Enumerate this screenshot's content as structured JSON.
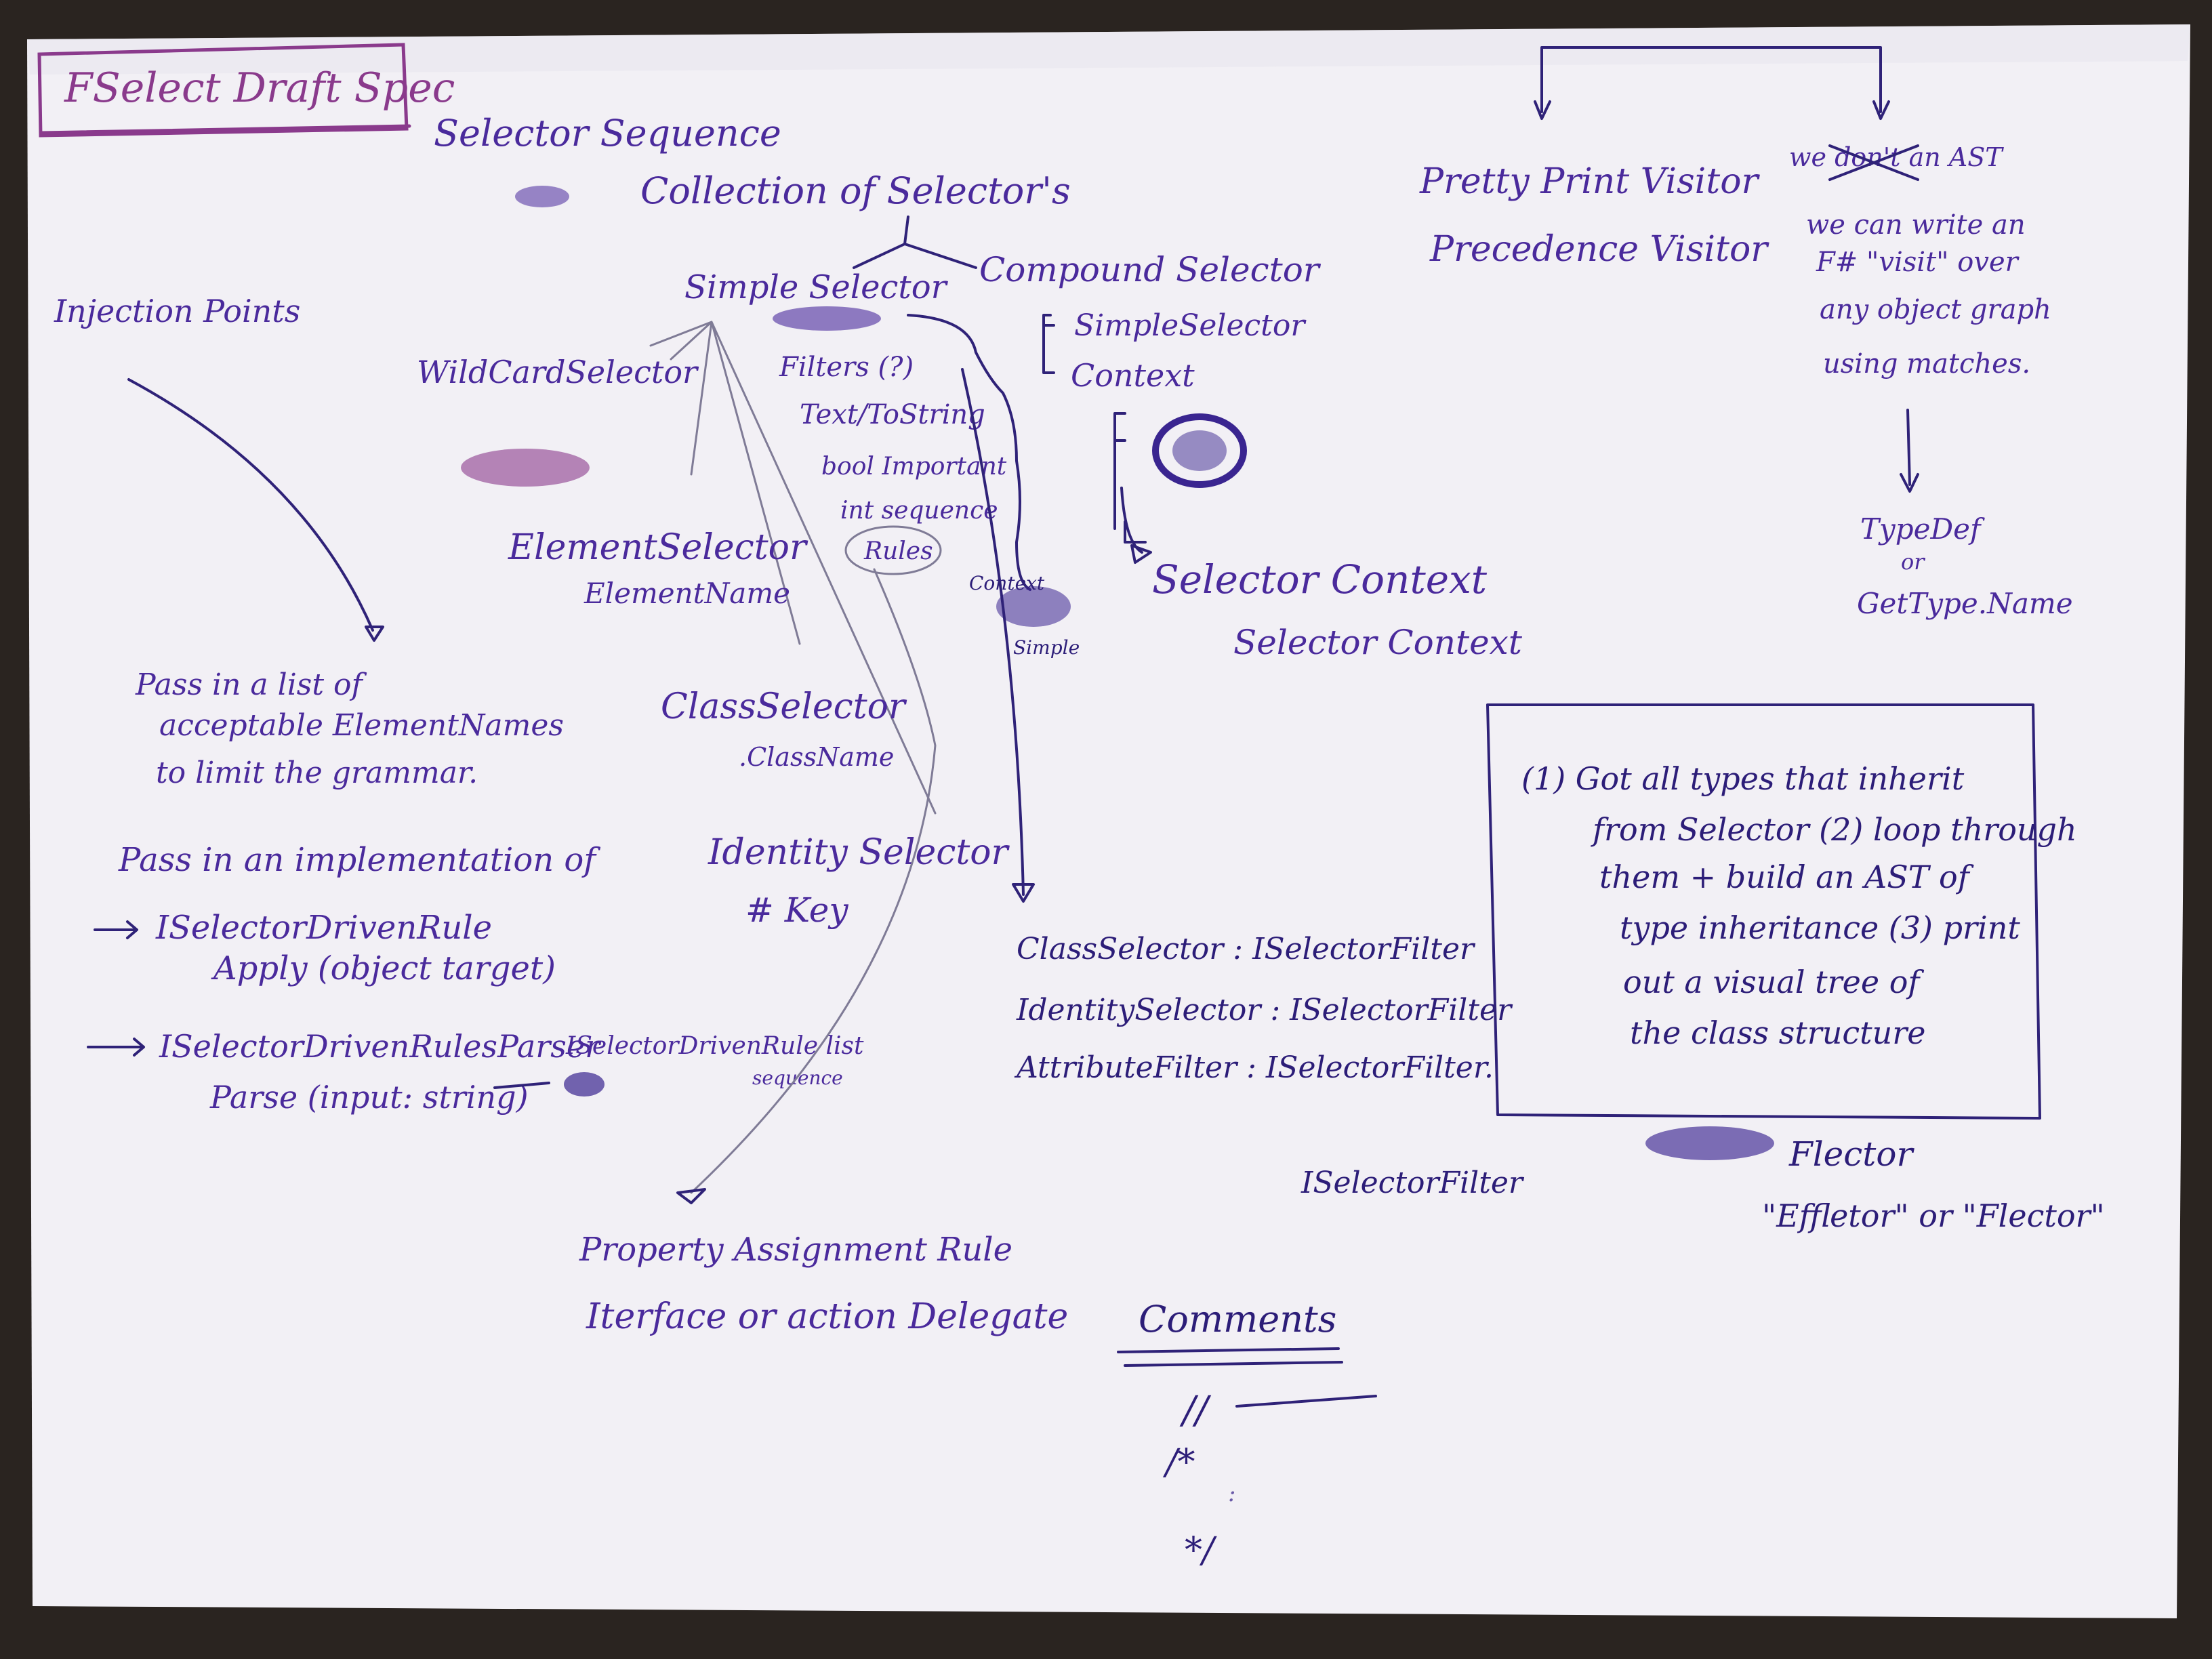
{
  "title": "FSelect Draft Spec",
  "selector_sequence": "Selector Sequence",
  "collection": "Collection of Selector's",
  "simple_selector": "Simple Selector",
  "compound_selector": "Compound Selector",
  "compound_children": [
    "SimpleSelector",
    "Context"
  ],
  "wildcard_selector": "WildCardSelector",
  "simple_props": [
    "Filters (?)",
    "Text/ToString",
    "bool Important",
    "int sequence",
    "Rules"
  ],
  "element_selector": "ElementSelector",
  "element_name": "ElementName",
  "class_selector": "ClassSelector",
  "class_name": ".ClassName",
  "identity_selector": "Identity Selector",
  "identity_key": "# Key",
  "injection_points": "Injection Points",
  "injection_note": [
    "Pass in a list of",
    "acceptable ElementNames",
    "to limit the grammar."
  ],
  "impl_note": "Pass in an implementation of",
  "rule_interface": "ISelectorDrivenRule",
  "rule_apply": "Apply (object target)",
  "parser_interface": "ISelectorDrivenRulesParser",
  "parser_parse": "Parse (input: string)",
  "rule_list": "ISelectorDrivenRule list",
  "rule_list_sub": "sequence",
  "selector_context": "Selector Context",
  "selector_context2": "Selector Context",
  "scribble_label_1": "Context",
  "scribble_label_2": "Simple",
  "filter_lines": [
    "ClassSelector : ISelectorFilter",
    "IdentitySelector : ISelectorFilter",
    "AttributeFilter : ISelectorFilter."
  ],
  "iselector_filter": "ISelectorFilter",
  "property_rule": "Property Assignment Rule",
  "interface_delegate": "Iterface or action Delegate",
  "comments_title": "Comments",
  "comment_marks": [
    "//",
    "/*",
    ":",
    "*/"
  ],
  "visitors": [
    "Pretty Print Visitor",
    "Precedence Visitor"
  ],
  "ast_note": [
    "we don't an AST",
    "we can write an",
    "F# \"visit\" over",
    "any object graph",
    "using matches."
  ],
  "typedef": [
    "TypeDef",
    "or",
    "GetType.Name"
  ],
  "box_steps": [
    "(1) Got all types that inherit",
    "from Selector (2) loop through",
    "them + build an AST of",
    "type inheritance (3) print",
    "out a visual tree of",
    "the class structure"
  ],
  "flector": "Flector",
  "flector_alt": "\"Effletor\" or \"Flector\""
}
